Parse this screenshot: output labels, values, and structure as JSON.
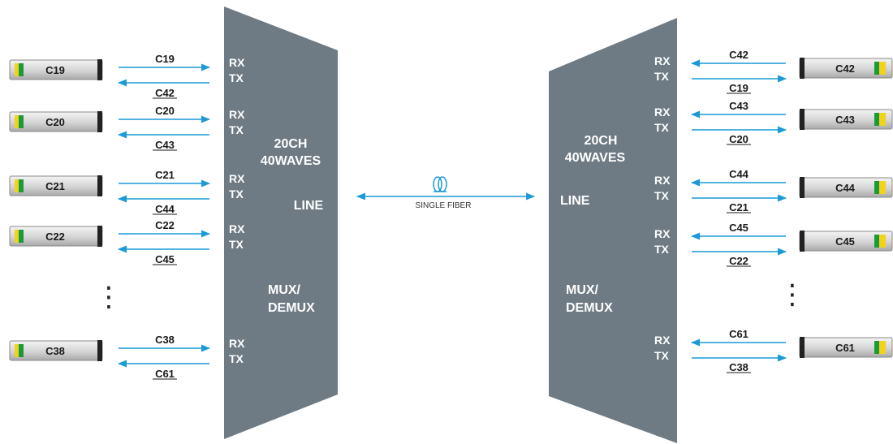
{
  "left_mux": {
    "title_line1": "20CH",
    "title_line2": "40WAVES",
    "line_label": "LINE",
    "type_line1": "MUX/",
    "type_line2": "DEMUX",
    "fill": "#6e7b85"
  },
  "right_mux": {
    "title_line1": "20CH",
    "title_line2": "40WAVES",
    "line_label": "LINE",
    "type_line1": "MUX/",
    "type_line2": "DEMUX",
    "fill": "#6e7b85"
  },
  "fiber": {
    "label": "SINGLE FIBER",
    "color": "#1a9ad6"
  },
  "ports": {
    "rx": "RX",
    "tx": "TX"
  },
  "ellipsis": "⋮",
  "left_channels": [
    {
      "module": "C19",
      "rx_wave": "C19",
      "tx_wave": "C42"
    },
    {
      "module": "C20",
      "rx_wave": "C20",
      "tx_wave": "C43"
    },
    {
      "module": "C21",
      "rx_wave": "C21",
      "tx_wave": "C44"
    },
    {
      "module": "C22",
      "rx_wave": "C22",
      "tx_wave": "C45"
    },
    {
      "module": "C38",
      "rx_wave": "C38",
      "tx_wave": "C61"
    }
  ],
  "right_channels": [
    {
      "module": "C42",
      "rx_wave": "C42",
      "tx_wave": "C19"
    },
    {
      "module": "C43",
      "rx_wave": "C43",
      "tx_wave": "C20"
    },
    {
      "module": "C44",
      "rx_wave": "C44",
      "tx_wave": "C21"
    },
    {
      "module": "C45",
      "rx_wave": "C45",
      "tx_wave": "C22"
    },
    {
      "module": "C61",
      "rx_wave": "C61",
      "tx_wave": "C38"
    }
  ],
  "colors": {
    "arrow": "#1a9ad6",
    "sfp_body": "#d9d9d9",
    "sfp_green": "#1a9a3a",
    "sfp_yellow": "#f2d21b",
    "sfp_dark": "#222222"
  }
}
